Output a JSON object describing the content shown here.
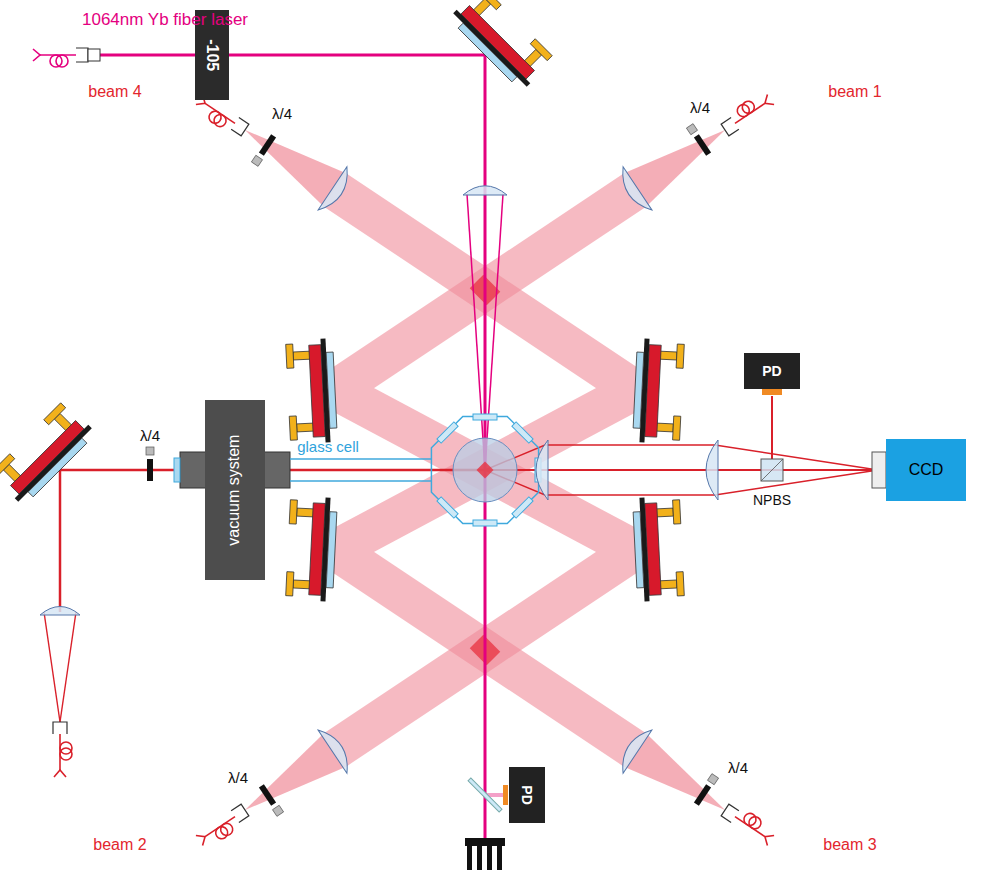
{
  "diagram": {
    "nodes": [
      {
        "text": [
          "-105"
        ]
      },
      {
        "text": [
          "vacuum system"
        ]
      },
      {
        "text": [
          "PD"
        ]
      },
      {
        "text": [
          "CCD"
        ]
      },
      {
        "text": [
          "PD"
        ]
      }
    ],
    "labels": [
      "1064nm Yb fiber laser",
      "beam 4",
      "λ/4",
      "λ/4",
      "beam 1",
      "λ/4",
      "glass cell",
      "NPBS",
      "λ/4",
      "λ/4",
      "beam 2",
      "beam 3"
    ]
  }
}
